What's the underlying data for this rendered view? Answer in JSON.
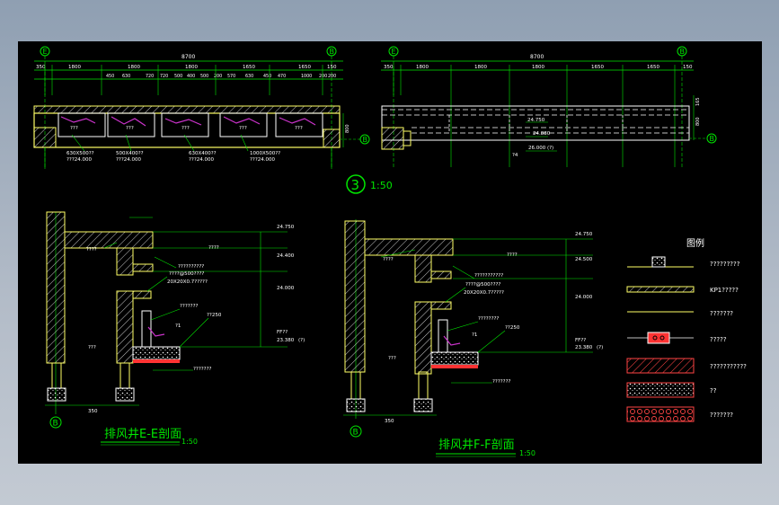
{
  "colors": {
    "paper": "#000000",
    "green": "#00e600",
    "white": "#ffffff",
    "yellow": "#ffff66",
    "cyan": "#00e6e6",
    "magenta": "#cc33cc",
    "red": "#ff3333"
  },
  "plan": {
    "grid_left": "E",
    "grid_right": "B",
    "grid_b_side": "B",
    "total_left": "8700",
    "total_right": "8700",
    "dims_top": [
      "350",
      "1800",
      "1800",
      "1800",
      "1650",
      "1650",
      "150"
    ],
    "dims_top_right": [
      "350",
      "1800",
      "1800",
      "1800",
      "1650",
      "1650",
      "150"
    ],
    "dims_sub": [
      "450",
      "630",
      "720",
      "720",
      "500",
      "400",
      "500",
      "200",
      "570",
      "630",
      "450",
      "470",
      "1000",
      "200",
      "200"
    ],
    "side_800": "800",
    "side_165": "165",
    "annotations_left": [
      "630X500??",
      "???24.000",
      "500X400??",
      "???24.000",
      "630X400??",
      "???24.000",
      "1000X500??",
      "???24.000"
    ],
    "lbl_q": "???",
    "right_elev_1": "24.750",
    "right_elev_2": "24.880",
    "right_elev_3": "26.000 (?)",
    "right_24": "?4",
    "detail_no": "3",
    "detail_scale": "1:50"
  },
  "section_e": {
    "title": "排风井E-E剖面",
    "scale": "1:50",
    "grid": "B",
    "elev": [
      "24.750",
      "24.400",
      "24.000",
      "23.380"
    ],
    "elev_ff": "FF??",
    "elev_q": "(?)",
    "notes": [
      "????",
      "??????????",
      "????@500????",
      "20X20X0.7?????",
      "???????",
      "??250",
      "???????"
    ],
    "room": "???",
    "room2": "????",
    "n1": "?1",
    "dim": "350"
  },
  "section_f": {
    "title": "排风井F-F剖面",
    "scale": "1:50",
    "grid": "B",
    "elev": [
      "24.750",
      "24.500",
      "24.000",
      "23.380"
    ],
    "elev_ff": "FF??",
    "elev_q": "(?)",
    "notes": [
      "????",
      "???????????",
      "????@500????",
      "20X20X0.7?????",
      "????????",
      "??250",
      "???????"
    ],
    "room": "???",
    "room2": "????",
    "n1": "?1",
    "dim": "350"
  },
  "legend": {
    "title": "图例",
    "items": [
      "?????????",
      "KP1?????",
      "???????",
      "?????",
      "???????????",
      "??",
      "???????"
    ]
  }
}
